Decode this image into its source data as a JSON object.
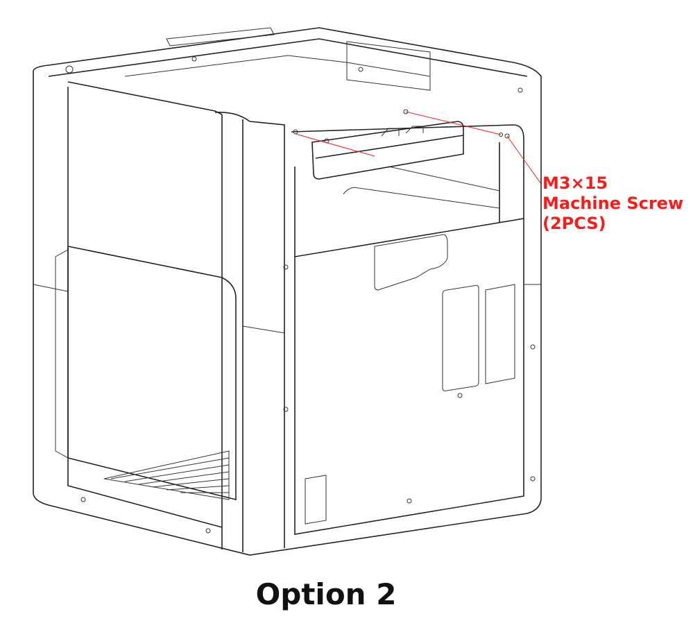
{
  "callout": {
    "line1": "M3×15",
    "line2": "Machine Screw",
    "line3": "(2PCS)",
    "color": "#ff1a1a"
  },
  "caption": "Option 2"
}
